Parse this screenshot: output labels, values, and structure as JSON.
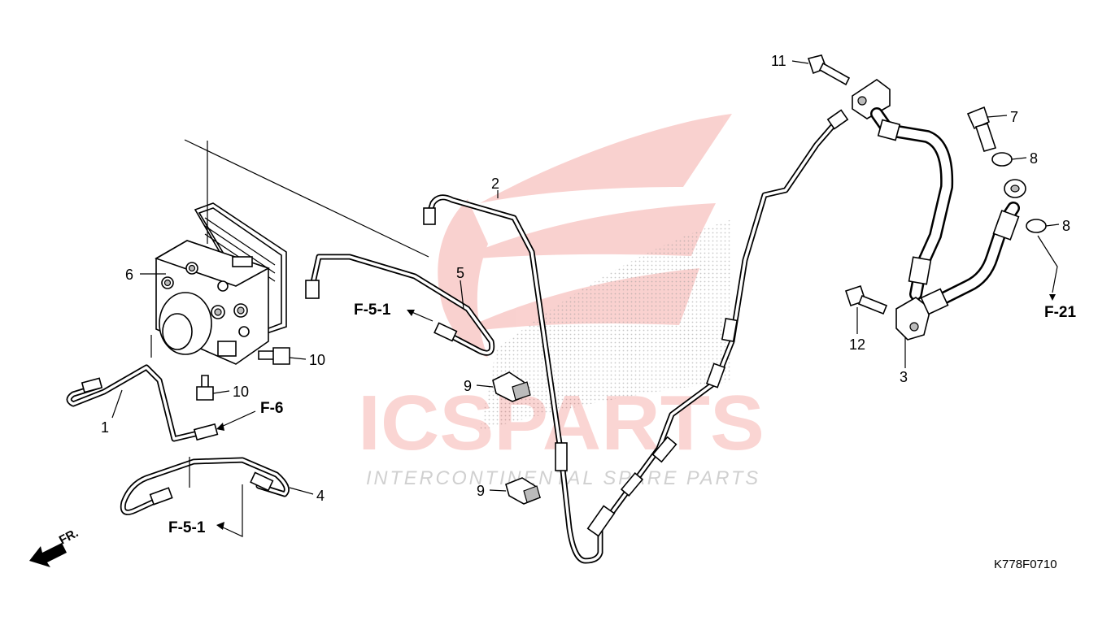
{
  "diagram": {
    "code": "K778F0710",
    "front_marker": "FR.",
    "watermark": {
      "brand": "ICSPARTS",
      "tagline": "INTERCONTINENTAL SPARE PARTS",
      "color_red": "#e8332a",
      "color_gray": "#c8c8c8"
    },
    "callouts": [
      {
        "id": "c1",
        "text": "1"
      },
      {
        "id": "c2",
        "text": "2"
      },
      {
        "id": "c3",
        "text": "3"
      },
      {
        "id": "c4",
        "text": "4"
      },
      {
        "id": "c5",
        "text": "5"
      },
      {
        "id": "c6",
        "text": "6"
      },
      {
        "id": "c7",
        "text": "7"
      },
      {
        "id": "c8a",
        "text": "8"
      },
      {
        "id": "c8b",
        "text": "8"
      },
      {
        "id": "c9a",
        "text": "9"
      },
      {
        "id": "c9b",
        "text": "9"
      },
      {
        "id": "c10a",
        "text": "10"
      },
      {
        "id": "c10b",
        "text": "10"
      },
      {
        "id": "c11",
        "text": "11"
      },
      {
        "id": "c12",
        "text": "12"
      }
    ],
    "references": [
      {
        "id": "r1",
        "text": "F-5-1"
      },
      {
        "id": "r2",
        "text": "F-6"
      },
      {
        "id": "r3",
        "text": "F-5-1"
      },
      {
        "id": "r4",
        "text": "F-21"
      }
    ]
  }
}
